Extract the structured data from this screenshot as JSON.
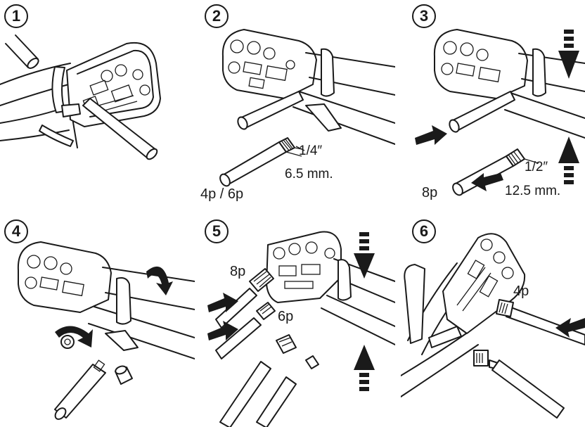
{
  "steps": [
    {
      "number": "1",
      "labels": []
    },
    {
      "number": "2",
      "labels": [
        "1/4″",
        "6.5 mm.",
        "4p / 6p"
      ]
    },
    {
      "number": "3",
      "labels": [
        "1/2″",
        "12.5 mm.",
        "8p"
      ]
    },
    {
      "number": "4",
      "labels": []
    },
    {
      "number": "5",
      "labels": [
        "8p",
        "6p"
      ]
    },
    {
      "number": "6",
      "labels": [
        "4p"
      ]
    }
  ],
  "icons": [
    "crimp-tool",
    "cable",
    "push-arrow",
    "rotate-arrow",
    "rj-plug",
    "blade-cartridge"
  ],
  "colors": {
    "line": "#1a1a1a",
    "background": "#ffffff"
  }
}
